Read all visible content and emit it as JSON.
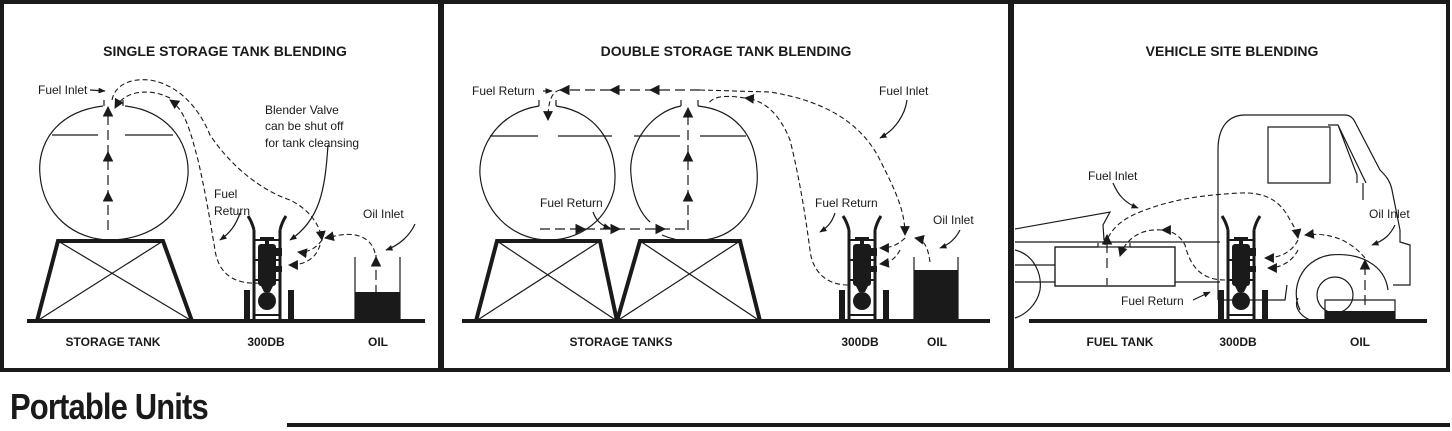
{
  "panels": [
    {
      "title": "SINGLE STORAGE TANK BLENDING",
      "labels": {
        "fuel_inlet": "Fuel  Inlet",
        "blender_valve_1": "Blender Valve",
        "blender_valve_2": "can be shut off",
        "blender_valve_3": "for tank cleansing",
        "fuel_return_1": "Fuel",
        "fuel_return_2": "Return",
        "oil_inlet": "Oil Inlet"
      },
      "captions": [
        "STORAGE TANK",
        "300DB",
        "OIL"
      ]
    },
    {
      "title": "DOUBLE STORAGE TANK BLENDING",
      "labels": {
        "fuel_return_top": "Fuel  Return",
        "fuel_inlet": "Fuel  Inlet",
        "fuel_return_mid": "Fuel  Return",
        "fuel_return_right": "Fuel  Return",
        "oil_inlet": "Oil Inlet"
      },
      "captions": [
        "STORAGE TANKS",
        "300DB",
        "OIL"
      ]
    },
    {
      "title": "VEHICLE SITE BLENDING",
      "labels": {
        "fuel_inlet": "Fuel  Inlet",
        "fuel_return": "Fuel  Return",
        "oil_inlet": "Oil  Inlet"
      },
      "captions": [
        "FUEL TANK",
        "300DB",
        "OIL"
      ]
    }
  ],
  "footer": {
    "title": "Portable Units"
  }
}
